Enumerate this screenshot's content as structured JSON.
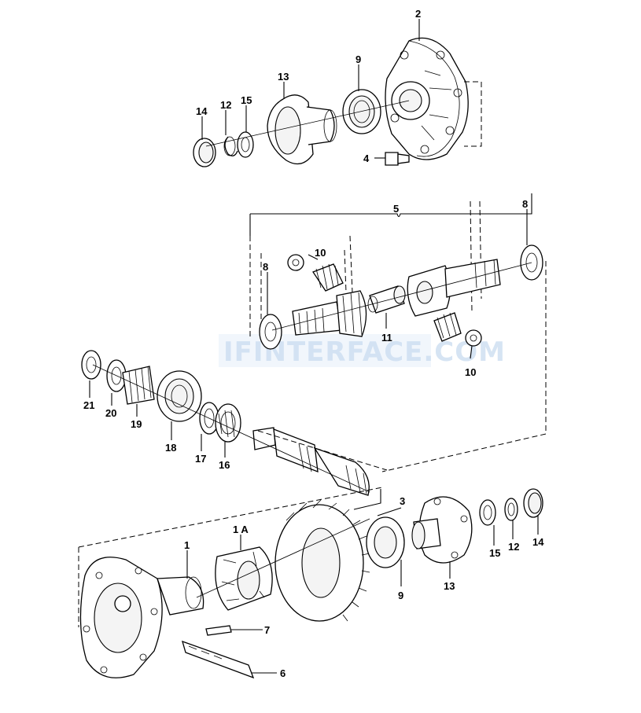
{
  "watermark": "IFINTERFACE.COM",
  "callouts": {
    "c2": "2",
    "c9_top": "9",
    "c13_top": "13",
    "c15_top": "15",
    "c12_top": "12",
    "c14_top": "14",
    "c4": "4",
    "c5": "5",
    "c8_left": "8",
    "c8_right": "8",
    "c10_top": "10",
    "c10_bottom": "10",
    "c11": "11",
    "c21": "21",
    "c20": "20",
    "c19": "19",
    "c18": "18",
    "c17": "17",
    "c16": "16",
    "c3": "3",
    "c1a": "1 A",
    "c1": "1",
    "c9_bottom": "9",
    "c13_bottom": "13",
    "c15_bottom": "15",
    "c12_bottom": "12",
    "c14_bottom": "14",
    "c7": "7",
    "c6": "6"
  }
}
